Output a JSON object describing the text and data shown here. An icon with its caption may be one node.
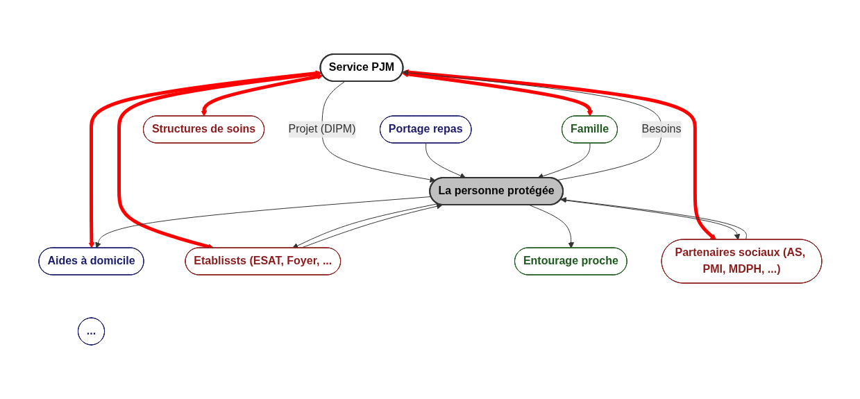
{
  "diagram": {
    "nodes": [
      {
        "text": [
          "Service PJM"
        ]
      },
      {
        "text": [
          "Aides à domicile"
        ]
      },
      {
        "text": [
          "..."
        ]
      },
      {
        "text": [
          "Portage repas"
        ]
      },
      {
        "text": [
          "La personne protégée"
        ]
      },
      {
        "text": [
          "Etablissts (ESAT, Foyer, ..."
        ]
      },
      {
        "text": [
          "Famille"
        ]
      },
      {
        "text": [
          "Entourage proche"
        ]
      },
      {
        "text": [
          "Partenaires sociaux (AS, PMI, MDPH, ...)"
        ]
      },
      {
        "text": [
          "Structures de soins"
        ]
      }
    ],
    "edges": [
      {
        "from": 0,
        "to": 1,
        "arrow": "both",
        "style": "thick",
        "color": "#ff0000"
      },
      {
        "from": 0,
        "to": 6,
        "arrow": "both",
        "style": "thick",
        "color": "#ff0000"
      },
      {
        "from": 0,
        "to": 5,
        "arrow": "both",
        "style": "thick",
        "color": "#ff0000"
      },
      {
        "from": 0,
        "to": 8,
        "arrow": "both",
        "style": "thick",
        "color": "#ff0000"
      },
      {
        "from": 0,
        "to": 9,
        "arrow": "both",
        "style": "thick",
        "color": "#ff0000"
      },
      {
        "from": 4,
        "to": 0,
        "arrow": "to",
        "label": "Besoins"
      },
      {
        "from": 0,
        "to": 4,
        "arrow": "to",
        "label": "Projet (DIPM)"
      },
      {
        "from": 3,
        "to": 4,
        "arrow": "to"
      },
      {
        "from": 4,
        "to": 1,
        "arrow": "to"
      },
      {
        "from": 4,
        "to": 5,
        "arrow": "to"
      },
      {
        "from": 5,
        "to": 4,
        "arrow": "to"
      },
      {
        "from": 6,
        "to": 4,
        "arrow": "to"
      },
      {
        "from": 4,
        "to": 7,
        "arrow": "to"
      },
      {
        "from": 4,
        "to": 8,
        "arrow": "to"
      },
      {
        "from": 8,
        "to": 4,
        "arrow": "to"
      }
    ]
  }
}
